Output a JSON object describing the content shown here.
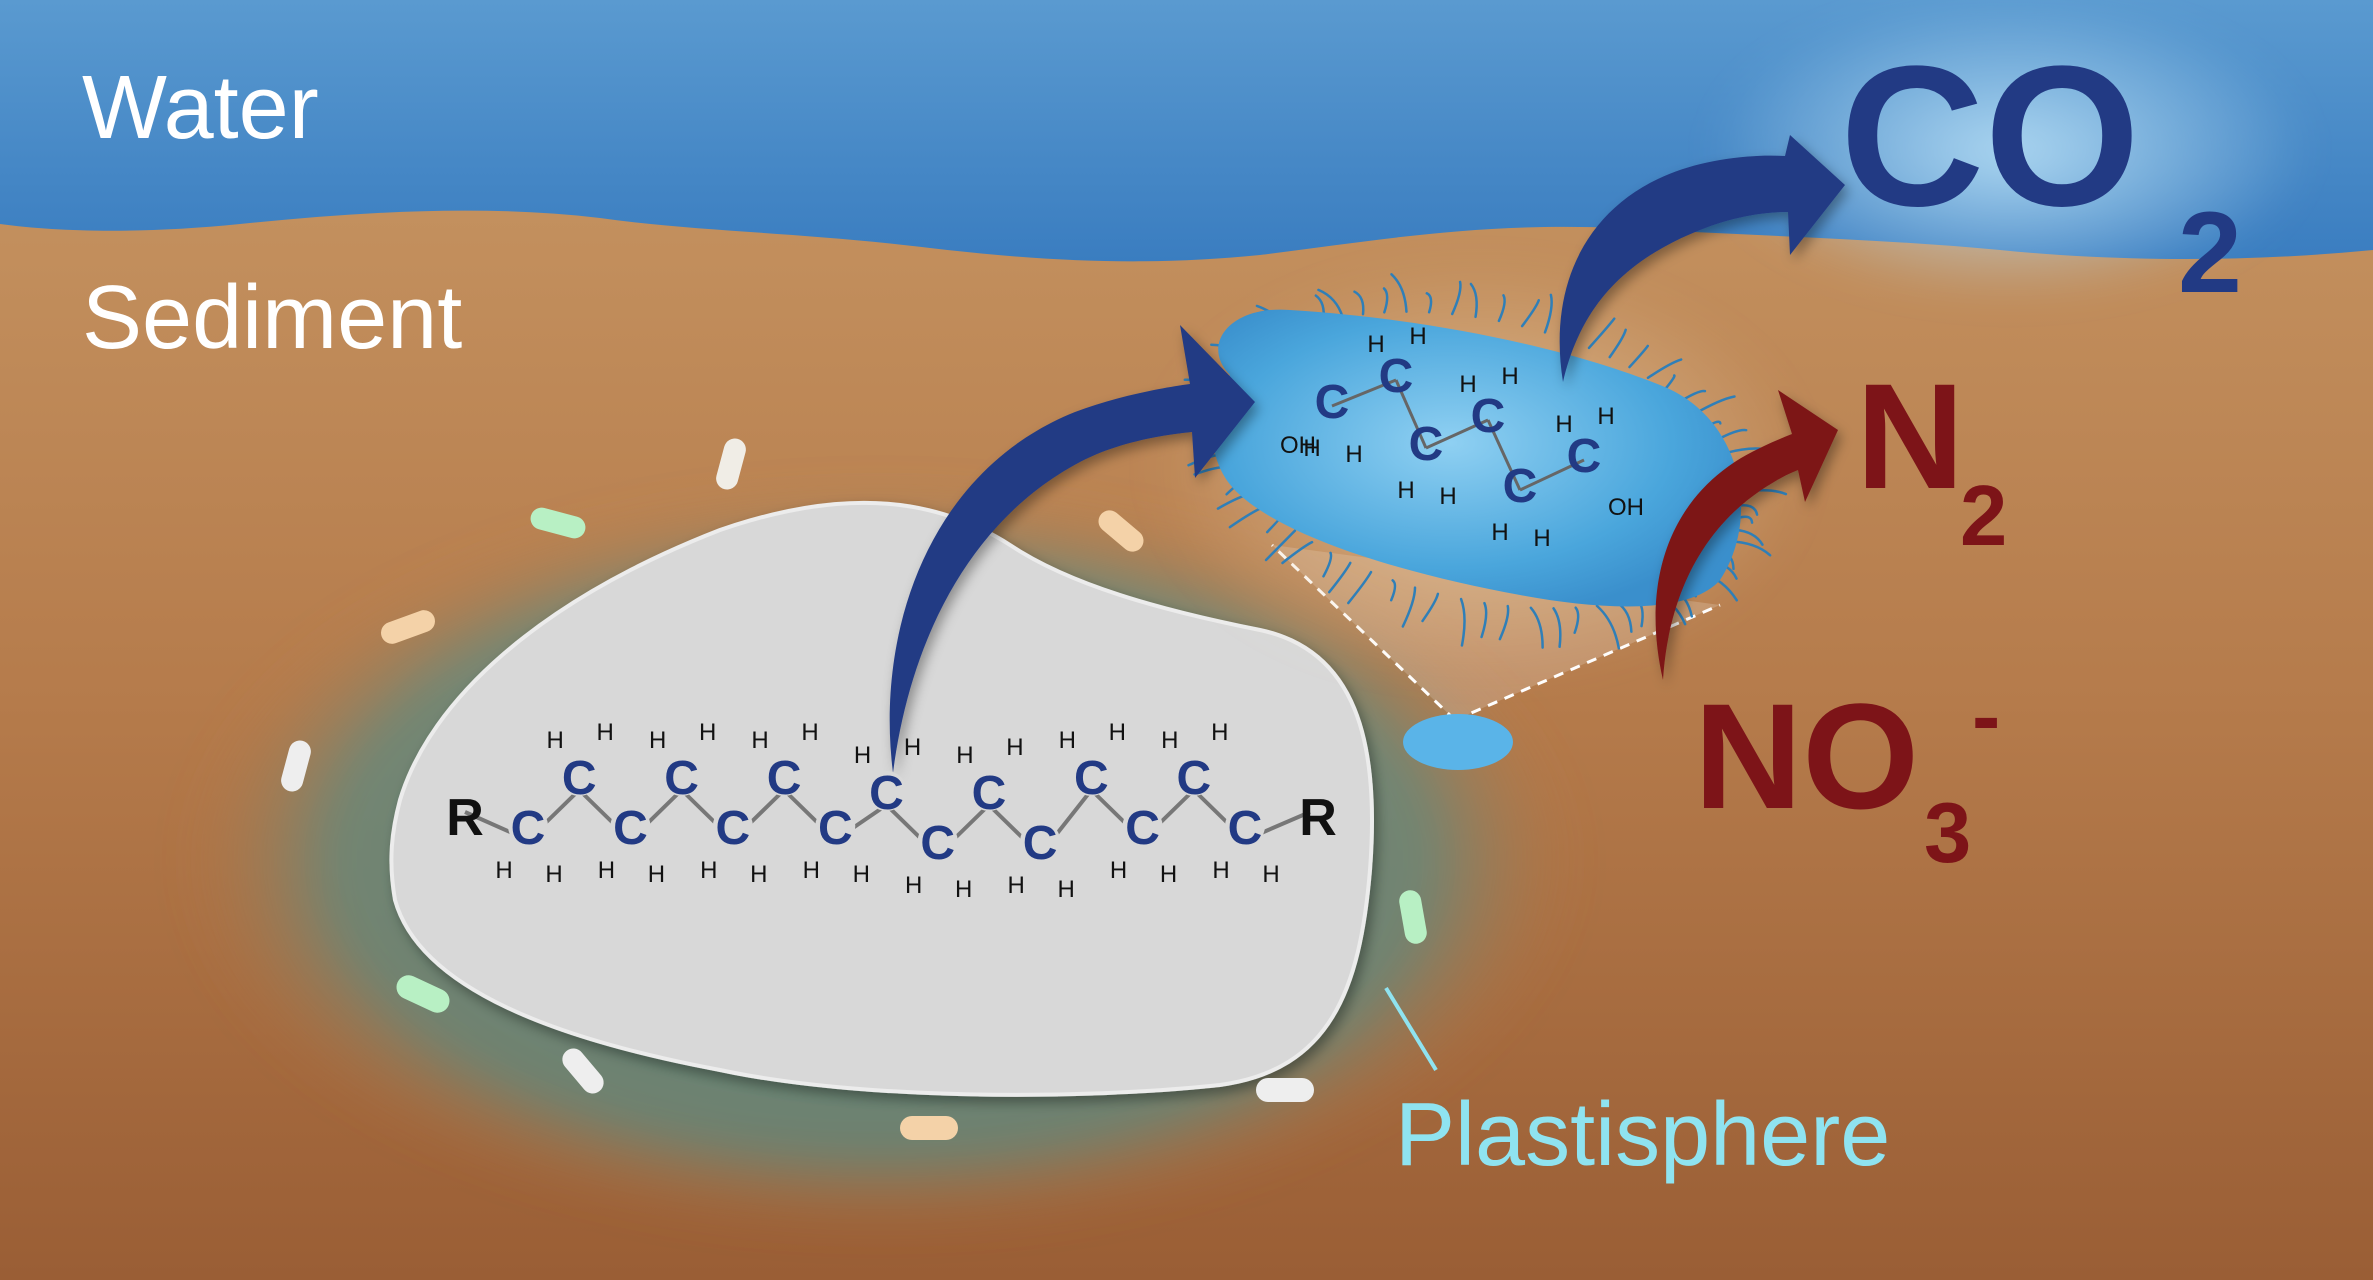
{
  "scene": {
    "water_label": "Water",
    "sediment_label": "Sediment",
    "plastisphere_label": "Plastisphere"
  },
  "chain": {
    "end_left": "R",
    "end_right": "R",
    "carbon": "C",
    "hydrogen": "H"
  },
  "bacterium": {
    "carbon": "C",
    "hydrogen": "H",
    "hydroxyl": "OH"
  },
  "products": {
    "co2_main": "CO",
    "co2_sub": "2",
    "n2_main": "N",
    "n2_sub": "2",
    "no3_main": "NO",
    "no3_sub": "3",
    "no3_charge": "-"
  },
  "colors": {
    "water": "#3f86c6",
    "sediment_top": "#c99966",
    "sediment_bottom": "#9a5e35",
    "plastic": "#d8d8d8",
    "halo": "#5b8a86",
    "carbon_arrow": "#223a84",
    "nitrogen_arrow": "#7d1418",
    "plastisphere_text": "#8fe3f0",
    "bacterium": "#4aa6dc"
  }
}
